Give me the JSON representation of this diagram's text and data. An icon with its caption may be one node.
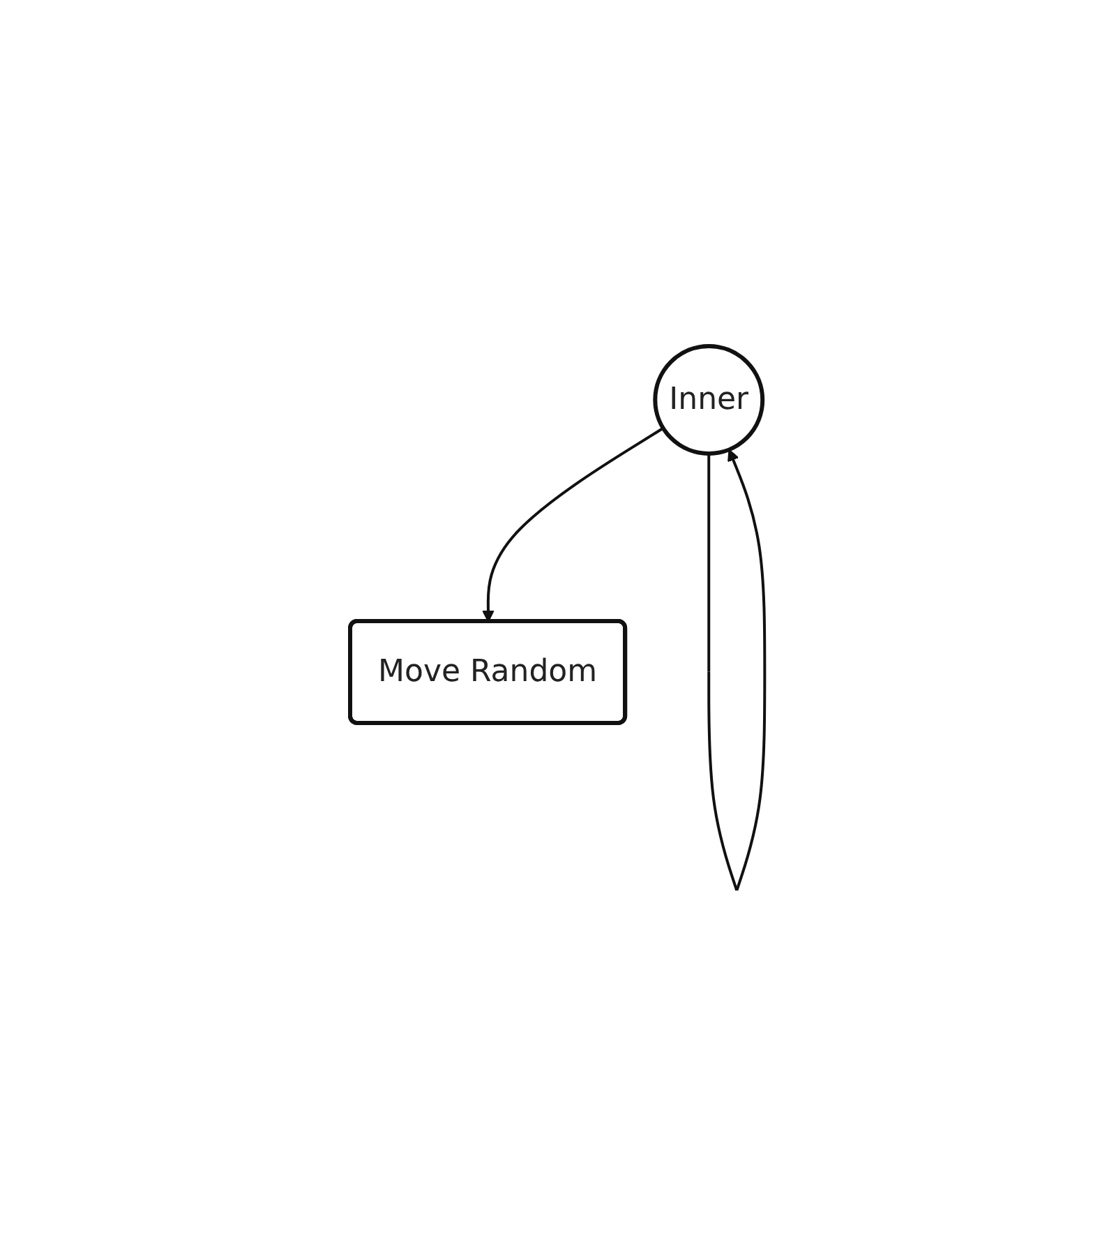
{
  "diagram": {
    "nodes": [
      {
        "text": [
          "Inner"
        ]
      },
      {
        "text": [
          "Move Random"
        ]
      }
    ],
    "edges": [
      {
        "from": 0,
        "to": 0,
        "arrow": "to"
      },
      {
        "from": 0,
        "to": 1,
        "arrow": "to"
      }
    ]
  }
}
